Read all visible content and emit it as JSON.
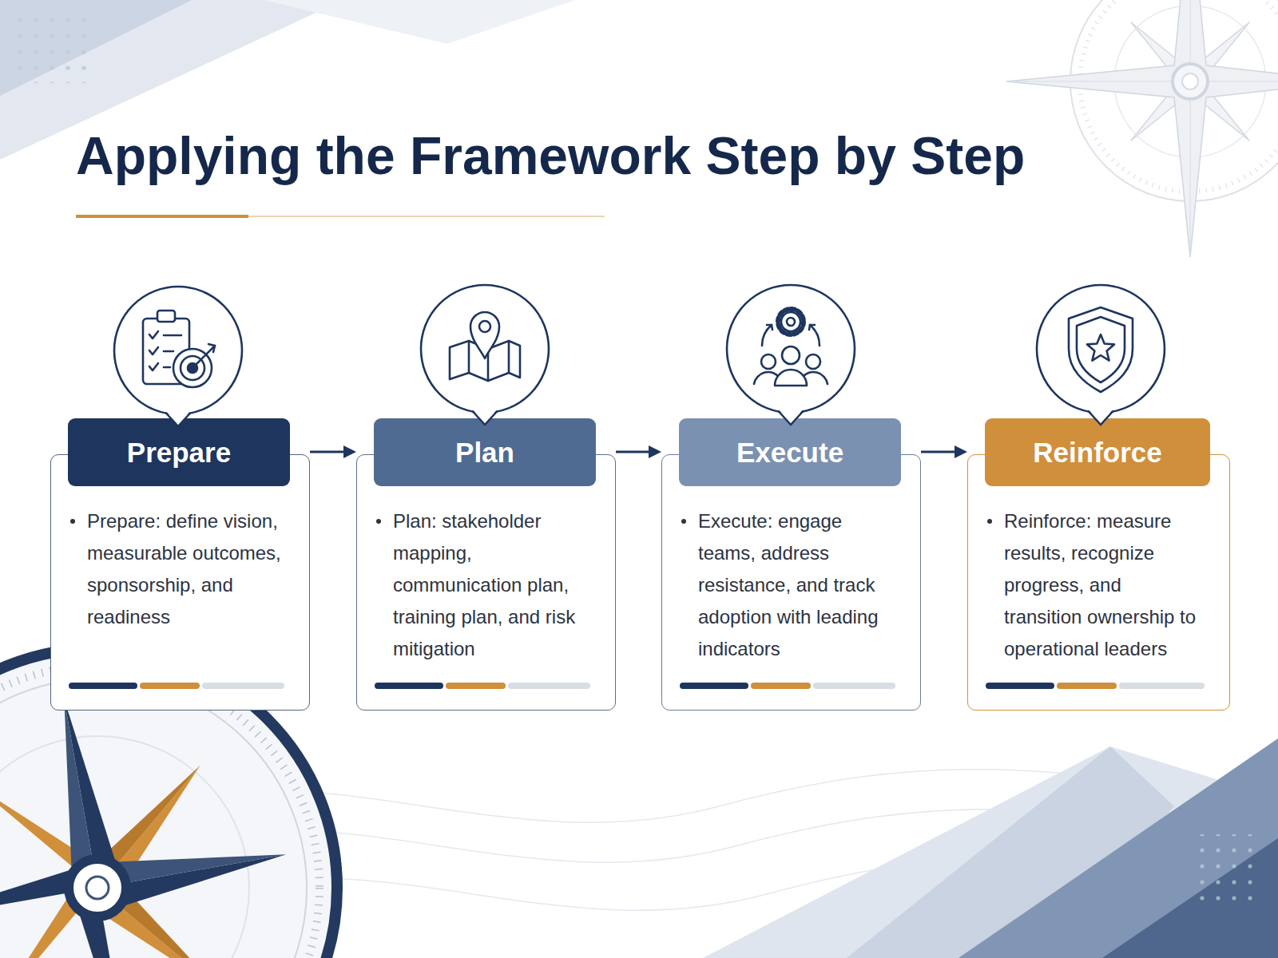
{
  "diagram": {
    "title": "Applying the Framework Step by Step",
    "nodes": [
      {
        "text": [
          "Prepare",
          "Prepare: define vision, measurable outcomes, sponsorship, and readiness"
        ]
      },
      {
        "text": [
          "Plan",
          "Plan: stakeholder mapping, communication plan, training plan, and risk mitigation"
        ]
      },
      {
        "text": [
          "Execute",
          "Execute: engage teams, address resistance, and track adoption with leading indicators"
        ]
      },
      {
        "text": [
          "Reinforce",
          "Reinforce: measure results, recognize progress, and transition ownership to operational leaders"
        ]
      }
    ],
    "edges": [
      {
        "from": 0,
        "to": 1,
        "arrow": "to"
      },
      {
        "from": 1,
        "to": 2,
        "arrow": "to"
      },
      {
        "from": 2,
        "to": 3,
        "arrow": "to"
      }
    ]
  }
}
